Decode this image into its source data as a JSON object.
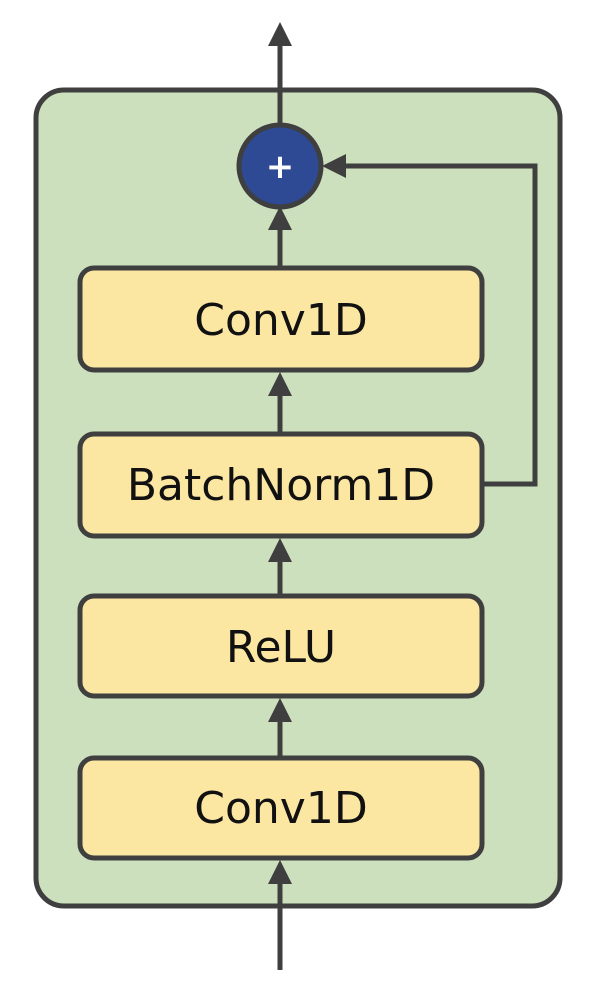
{
  "diagram": {
    "blocks": [
      {
        "label": "Conv1D"
      },
      {
        "label": "BatchNorm1D"
      },
      {
        "label": "ReLU"
      },
      {
        "label": "Conv1D"
      }
    ],
    "add_node": {
      "symbol": "+"
    }
  },
  "colors": {
    "container_fill": "#cde0bd",
    "container_stroke": "#3f3f3f",
    "block_fill": "#fbe6a2",
    "block_stroke": "#3f3f3f",
    "add_node_fill": "#2e4a94",
    "arrow": "#3f3f3f"
  }
}
